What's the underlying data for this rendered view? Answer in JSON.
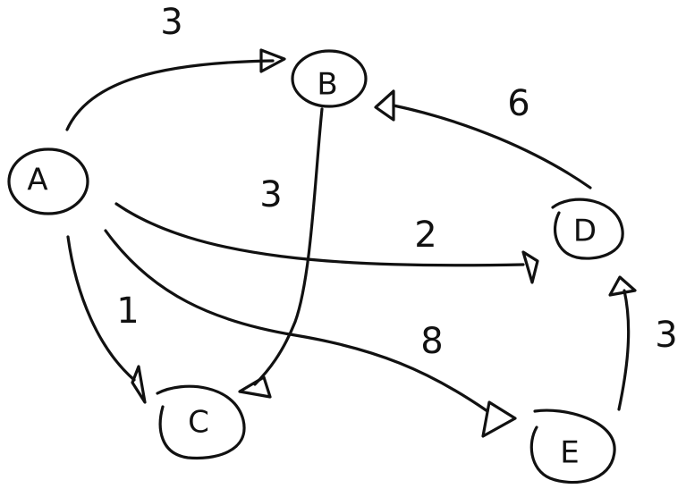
{
  "diagram": {
    "nodes": [
      {
        "id": "A",
        "label": "A"
      },
      {
        "id": "B",
        "label": "B"
      },
      {
        "id": "C",
        "label": "C"
      },
      {
        "id": "D",
        "label": "D"
      },
      {
        "id": "E",
        "label": "E"
      }
    ],
    "edges": [
      {
        "from": "A",
        "to": "B",
        "weight": "3"
      },
      {
        "from": "B",
        "to": "C",
        "weight": "3"
      },
      {
        "from": "A",
        "to": "C",
        "weight": "1"
      },
      {
        "from": "A",
        "to": "D",
        "weight": "2"
      },
      {
        "from": "A",
        "to": "E",
        "weight": "8"
      },
      {
        "from": "D",
        "to": "B",
        "weight": "6"
      },
      {
        "from": "E",
        "to": "D",
        "weight": "3"
      }
    ]
  }
}
